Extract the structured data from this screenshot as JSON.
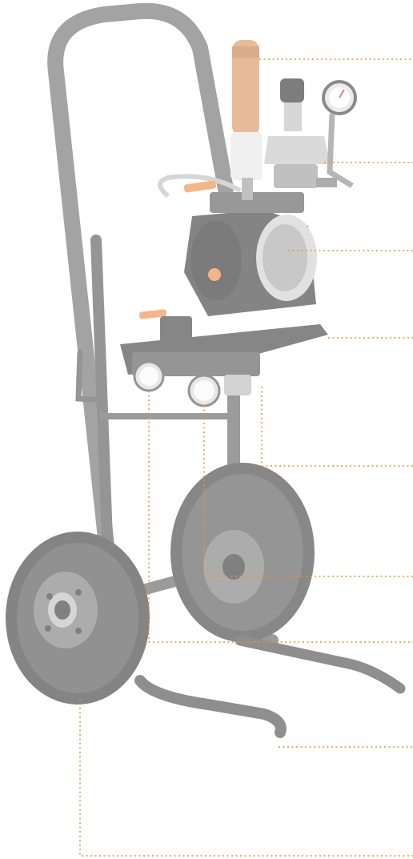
{
  "figure": {
    "subject": "pump-cart-assembly",
    "colors": {
      "frame": "#6b6b6b",
      "frame_dark": "#505050",
      "wheel": "#5a5a5a",
      "wheel_hub": "#7a7a7a",
      "metal_light": "#c9c9c9",
      "metal_mid": "#9a9a9a",
      "copper": "#d9935a",
      "orange_handle": "#f08a3c",
      "leader_line": "#e8913a",
      "background": "#ffffff"
    },
    "callouts": [
      {
        "id": "muffler"
      },
      {
        "id": "air-regulator"
      },
      {
        "id": "diaphragm-pump"
      },
      {
        "id": "mounting-bracket"
      },
      {
        "id": "frame-support"
      },
      {
        "id": "pressure-gauge-right"
      },
      {
        "id": "pressure-gauge-left"
      },
      {
        "id": "foot-stand"
      },
      {
        "id": "wheel"
      }
    ]
  }
}
